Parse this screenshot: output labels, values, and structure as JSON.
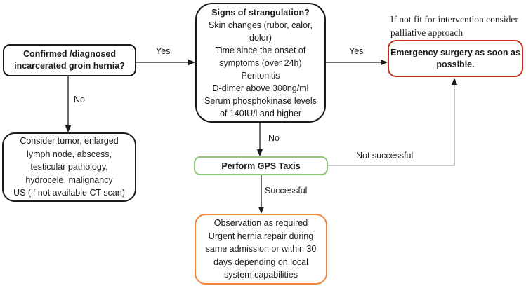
{
  "diagram": {
    "nodes": {
      "confirmed_hernia": {
        "lines": [
          "Confirmed /diagnosed",
          "incarcerated groin hernia?"
        ]
      },
      "differential_diagnosis": {
        "lines": [
          "Consider tumor, enlarged",
          "lymph node, abscess,",
          "testicular pathology,",
          "hydrocele, malignancy",
          "US (if not available CT scan)"
        ]
      },
      "strangulation_signs": {
        "title": "Signs of strangulation?",
        "lines": [
          "Skin changes (rubor, calor,",
          "dolor)",
          "Time since the onset of",
          "symptoms (over 24h)",
          "Peritonitis",
          "D-dimer above 300ng/ml",
          "Serum phosphokinase levels",
          "of 140IU/l and higher"
        ]
      },
      "palliative_note": {
        "lines": [
          "If not fit for intervention consider",
          "palliative approach"
        ]
      },
      "emergency_surgery": {
        "lines": [
          "Emergency surgery as soon as",
          "possible."
        ]
      },
      "gps_taxis": {
        "label": "Perform GPS Taxis"
      },
      "observation": {
        "lines": [
          "Observation as required",
          "Urgent hernia repair during",
          "same admission or within 30",
          "days depending on local",
          "system capabilities"
        ]
      }
    },
    "edge_labels": {
      "confirmed_to_strangulation": "Yes",
      "confirmed_to_differential": "No",
      "strangulation_to_emergency": "Yes",
      "strangulation_to_gps": "No",
      "gps_to_observation": "Successful",
      "gps_to_emergency": "Not successful"
    }
  },
  "colors": {
    "node_border": "#1a1a1a",
    "text": "#1a1a1a",
    "emergency_red": "#c1301f",
    "gps_green": "#8fc878",
    "observation_orange": "#ee8640",
    "connector_gray": "#a6a6a6"
  }
}
